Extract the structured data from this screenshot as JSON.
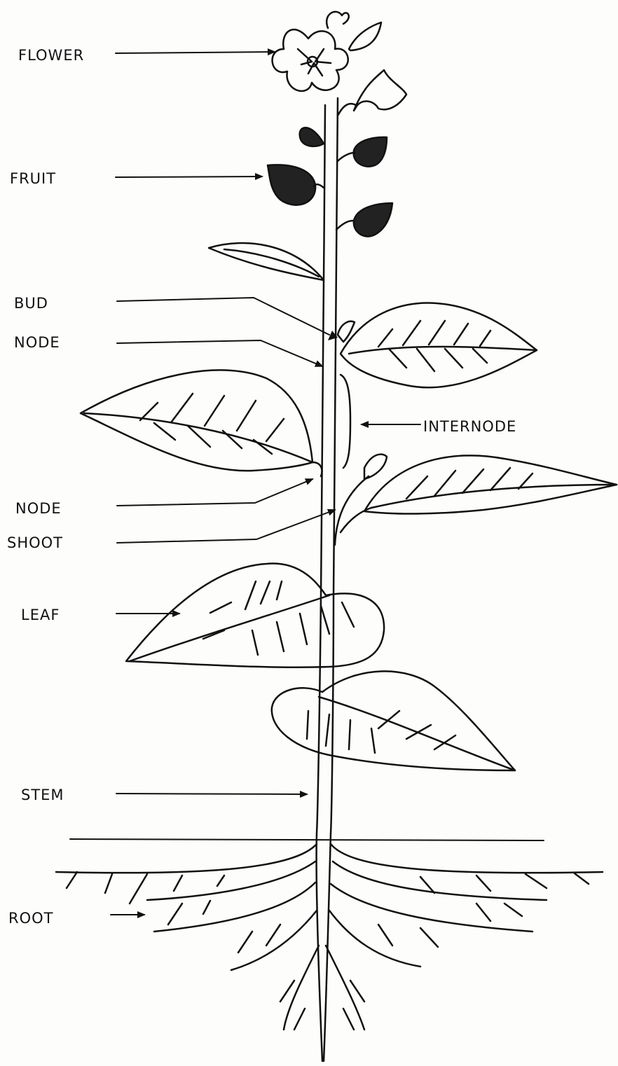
{
  "labels": {
    "flower": "FLOWER",
    "fruit": "FRUIT",
    "bud": "BUD",
    "node_upper": "NODE",
    "internode": "INTERNODE",
    "node_lower": "NODE",
    "shoot": "SHOOT",
    "leaf": "LEAF",
    "stem": "STEM",
    "root": "ROOT"
  }
}
